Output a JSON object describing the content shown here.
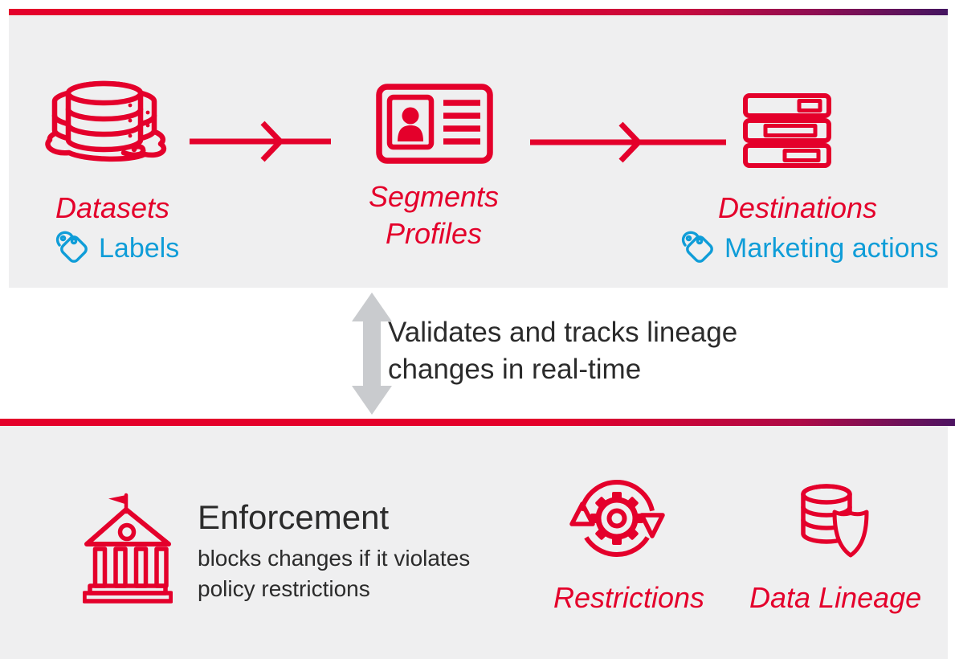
{
  "top_flow": {
    "datasets_label": "Datasets",
    "datasets_tag": "Labels",
    "segments_line1": "Segments",
    "segments_line2": "Profiles",
    "destinations_label": "Destinations",
    "destinations_tag": "Marketing actions"
  },
  "middle": {
    "line1": "Validates and tracks lineage",
    "line2": "changes in real-time"
  },
  "bottom": {
    "enforcement_title": "Enforcement",
    "enforcement_desc_line1": "blocks changes if it violates",
    "enforcement_desc_line2": "policy restrictions",
    "restrictions_label": "Restrictions",
    "data_lineage_label": "Data Lineage"
  },
  "icons": {
    "datasets": "data-lake-icon",
    "segments": "profile-card-icon",
    "destinations": "server-stack-icon",
    "tag": "tag-icon",
    "flow_arrow": "arrow-right-icon",
    "sync": "double-arrow-vertical-icon",
    "enforcement": "bank-icon",
    "restrictions": "gear-cycle-icon",
    "data_lineage": "database-shield-icon"
  },
  "colors": {
    "red": "#e4002b",
    "blue": "#0f9dd8",
    "panel_gray": "#efeff0",
    "dark_text": "#2b2b2b",
    "arrow_gray": "#c9cbce",
    "bar_gradient_start": "#e4002b",
    "bar_gradient_end": "#441560"
  }
}
